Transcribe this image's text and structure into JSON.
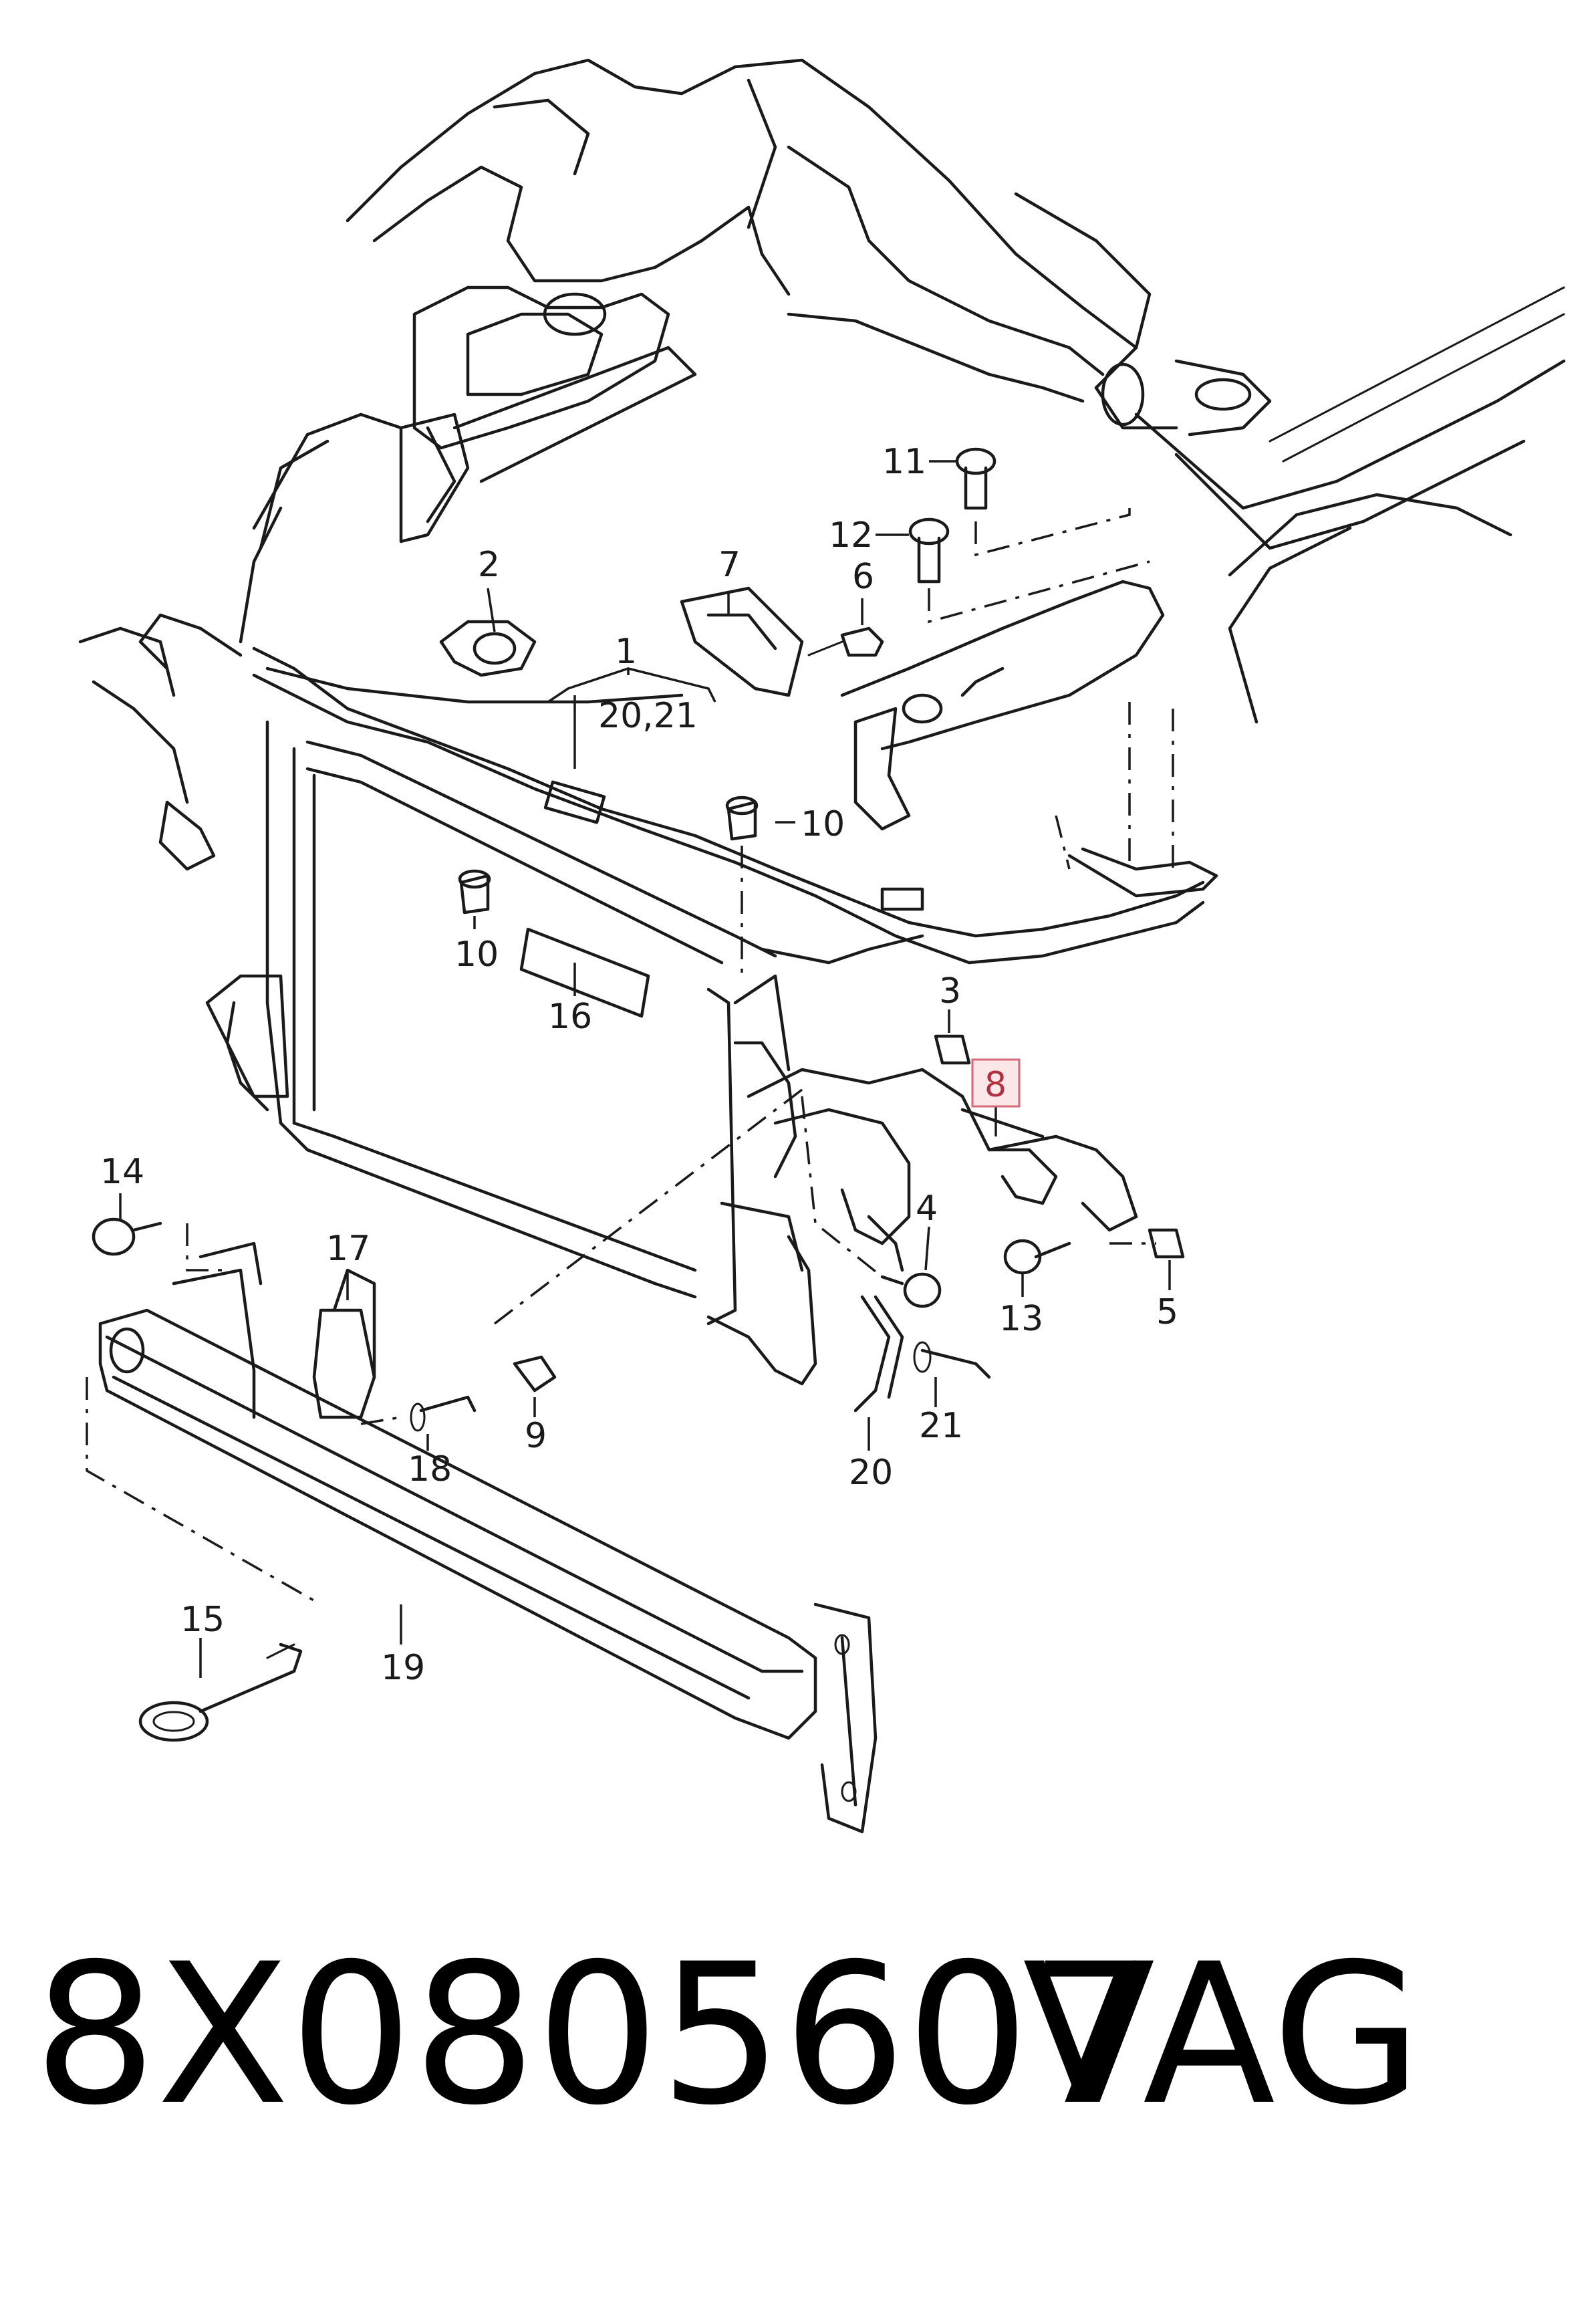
{
  "diagram": {
    "callouts": {
      "c1": "1",
      "c1_sub": "20,21",
      "c2": "2",
      "c3": "3",
      "c4": "4",
      "c5": "5",
      "c6": "6",
      "c7": "7",
      "c8": "8",
      "c9": "9",
      "c10a": "10",
      "c10b": "10",
      "c11": "11",
      "c12": "12",
      "c13": "13",
      "c14": "14",
      "c15": "15",
      "c16": "16",
      "c17": "17",
      "c18": "18",
      "c19": "19",
      "c20": "20",
      "c21": "21"
    },
    "highlighted_callout": "8",
    "highlight_color": "#d46a78"
  },
  "footer": {
    "part_number": "8X0805607",
    "brand": "VAG"
  }
}
